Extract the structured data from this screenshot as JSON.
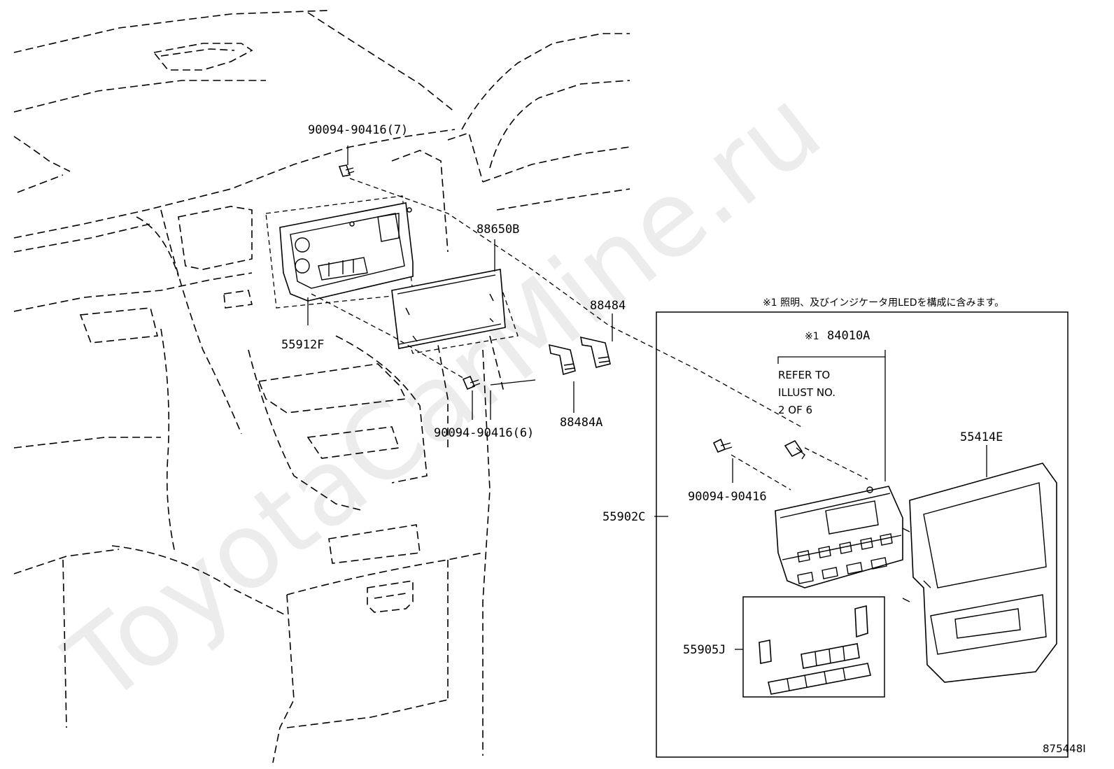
{
  "watermark": "ToyotaCarMine.ru",
  "note": "※1 照明、及びインジケータ用LEDを構成に含みます。",
  "refer_text": [
    "REFER TO",
    "ILLUST NO.",
    "2 OF 6"
  ],
  "labels": {
    "bolt_top": "90094-90416(7)",
    "p88650B": "88650B",
    "p55912F": "55912F",
    "p88484": "88484",
    "p88484A": "88484A",
    "bolt_mid": "90094-90416(6)",
    "mark_84010A": "※1",
    "p84010A": "84010A",
    "p55414E": "55414E",
    "bolt_box": "90094-90416",
    "p55902C": "55902C",
    "p55905J": "55905J",
    "diagram_id": "875448I"
  }
}
